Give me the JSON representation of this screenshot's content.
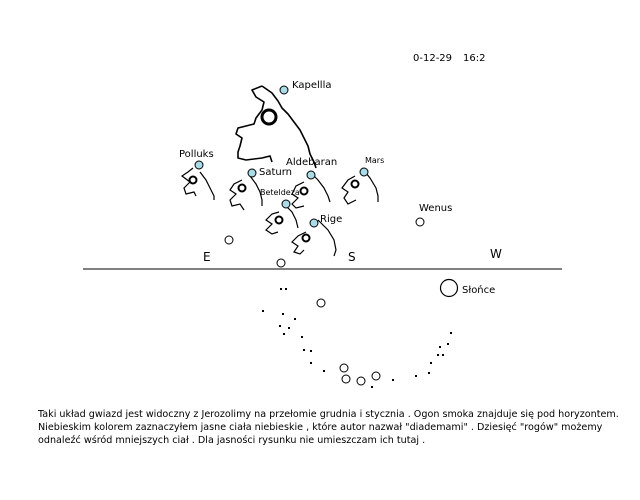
{
  "header": {
    "date": "0-12-29",
    "time": "16:2"
  },
  "labels": {
    "kapella": "Kapellla",
    "polluks": "Polluks",
    "saturn": "Saturn",
    "aldebaran": "Aldebaran",
    "mars": "Mars",
    "betelgeza": "Beteldeza",
    "rigel": "Rige",
    "wenus": "Wenus",
    "slonce": "Słońce"
  },
  "directions": {
    "east": "E",
    "south": "S",
    "west": "W"
  },
  "caption": {
    "line1": "Taki układ gwiazd jest widoczny z Jerozolimy na przełomie grudnia i stycznia . Ogon smoka znajduje się pod horyzontem.",
    "line2": "Niebieskim kolorem zaznaczyłem jasne ciała niebieskie , które autor nazwał \"diademami\" . Dziesięć \"rogów\" możemy",
    "line3": "odnaleźć wśród mniejszych ciał . Dla jasności rysunku nie umieszczam ich tutaj ."
  },
  "colors": {
    "diadem": "#a8dce8",
    "ink": "#000000",
    "background": "#ffffff"
  }
}
